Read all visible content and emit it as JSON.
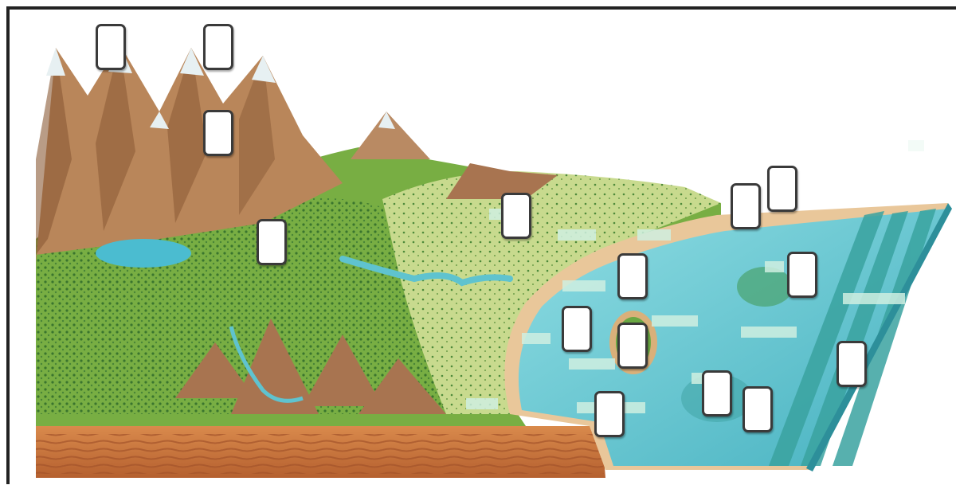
{
  "diagram": {
    "kind": "landforms-label-diagram",
    "label_box_count": 19,
    "hint_bar_count": 14,
    "colors": {
      "border": "#3a3a3a",
      "sky": "#ffffff",
      "mountain": "#b9865a",
      "mountain_shadow": "#8a5a35",
      "snow": "#e7f0f2",
      "grass": "#6fa83e",
      "grass_light": "#c6d98a",
      "forest": "#2f6b2a",
      "water": "#5fc3cf",
      "water_deep": "#3aa3b3",
      "sand": "#e9c79a",
      "soil": "#c9763e",
      "soil_dark": "#a3532a"
    }
  }
}
